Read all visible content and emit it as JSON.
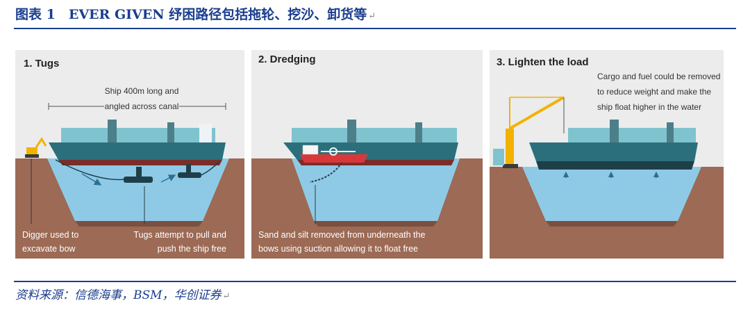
{
  "figure": {
    "title": "图表 1　EVER GIVEN 纾困路径包括拖轮、挖沙、卸货等",
    "source": "资料来源：信德海事，BSM，华创证券"
  },
  "panels": [
    {
      "title": "1. Tugs",
      "ship_note_1": "Ship 400m long and",
      "ship_note_2": "angled across canal",
      "caption_left_1": "Digger used to",
      "caption_left_2": "excavate bow",
      "caption_right_1": "Tugs attempt to pull and",
      "caption_right_2": "push the ship free"
    },
    {
      "title": "2. Dredging",
      "caption_1": "Sand and silt removed from underneath the",
      "caption_2": "bows using suction allowing it to float free"
    },
    {
      "title": "3. Lighten the load",
      "note_1": "Cargo and fuel could be removed",
      "note_2": "to reduce weight and make the",
      "note_3": "ship float higher in the water"
    }
  ],
  "colors": {
    "title_blue": "#1a3d8f",
    "sky": "#ececec",
    "earth": "#9c6a55",
    "water": "#8ecae6",
    "hull_dark": "#1f3f48",
    "hull_red": "#7a2e2a",
    "deck": "#2b6f7c",
    "containers": "#7fc3cf",
    "crane": "#f2b200",
    "dredger_red": "#d8383a"
  }
}
